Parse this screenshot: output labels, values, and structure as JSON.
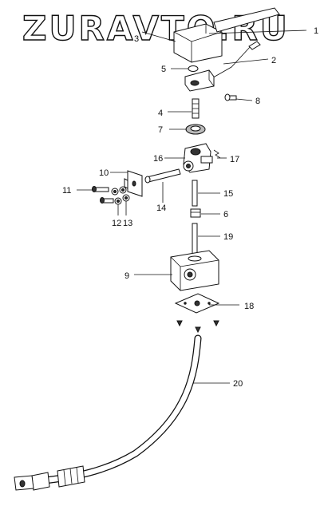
{
  "watermark": "ZURAVTO.RU",
  "callouts": {
    "c1": "1",
    "c2": "2",
    "c3": "3",
    "c4": "4",
    "c5": "5",
    "c6": "6",
    "c7": "7",
    "c8": "8",
    "c9": "9",
    "c10": "10",
    "c11": "11",
    "c12": "12",
    "c13": "13",
    "c14": "14",
    "c15": "15",
    "c16": "16",
    "c17": "17",
    "c18": "18",
    "c19": "19",
    "c20": "20"
  }
}
